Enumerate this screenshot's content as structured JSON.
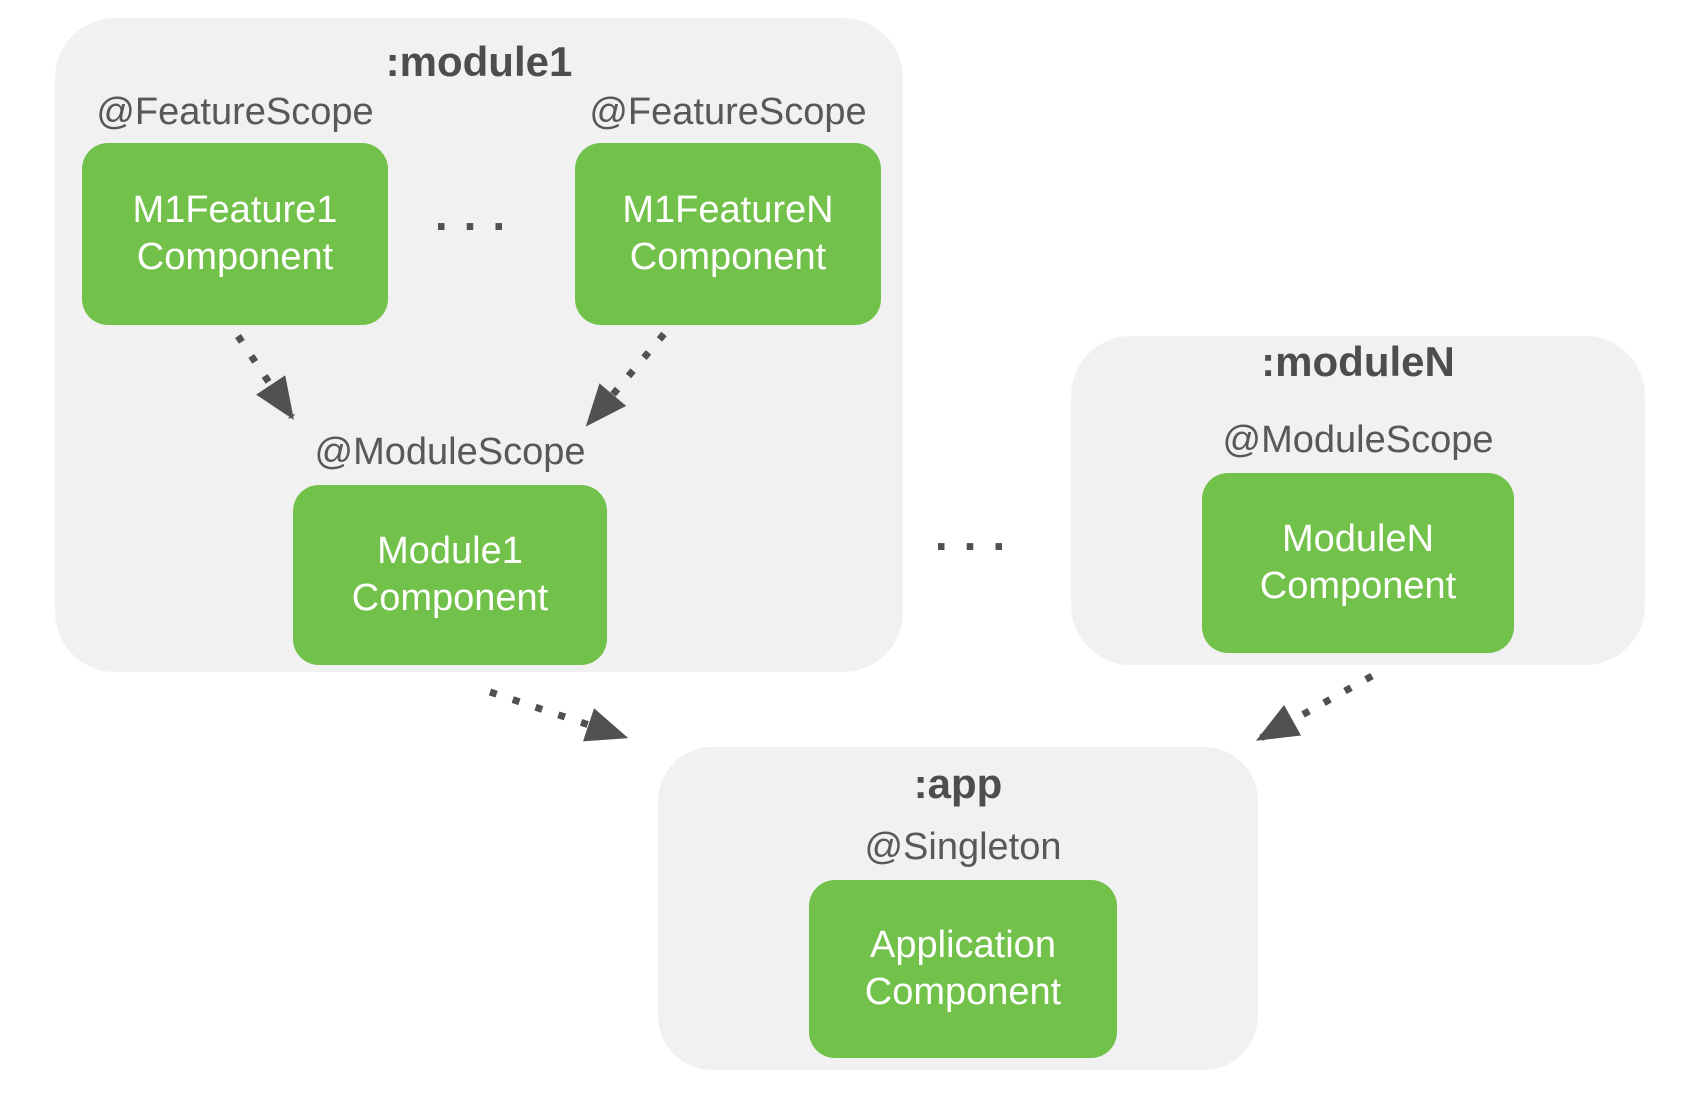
{
  "colors": {
    "node_green": "#72c14a",
    "container_gray": "#f1f1f2",
    "title_text": "#4d4d4f",
    "label_text": "#58585b",
    "node_text": "#ffffff",
    "arrow": "#515153"
  },
  "diagram": {
    "module1": {
      "title": ":module1",
      "features": [
        {
          "scope": "@FeatureScope",
          "name_line1": "M1Feature1",
          "name_line2": "Component"
        },
        {
          "scope": "@FeatureScope",
          "name_line1": "M1FeatureN",
          "name_line2": "Component"
        }
      ],
      "features_ellipsis": "...",
      "module_node": {
        "scope": "@ModuleScope",
        "name_line1": "Module1",
        "name_line2": "Component"
      }
    },
    "moduleN": {
      "title": ":moduleN",
      "node": {
        "scope": "@ModuleScope",
        "name_line1": "ModuleN",
        "name_line2": "Component"
      }
    },
    "app": {
      "title": ":app",
      "node": {
        "scope": "@Singleton",
        "name_line1": "Application",
        "name_line2": "Component"
      }
    },
    "modules_ellipsis": "...",
    "connections": [
      {
        "from": "M1Feature1 Component",
        "to": "Module1 Component",
        "style": "dotted-arrow"
      },
      {
        "from": "M1FeatureN Component",
        "to": "Module1 Component",
        "style": "dotted-arrow"
      },
      {
        "from": "Module1 Component",
        "to": "Application Component",
        "style": "dotted-arrow"
      },
      {
        "from": "ModuleN Component",
        "to": "Application Component",
        "style": "dotted-arrow"
      }
    ]
  }
}
